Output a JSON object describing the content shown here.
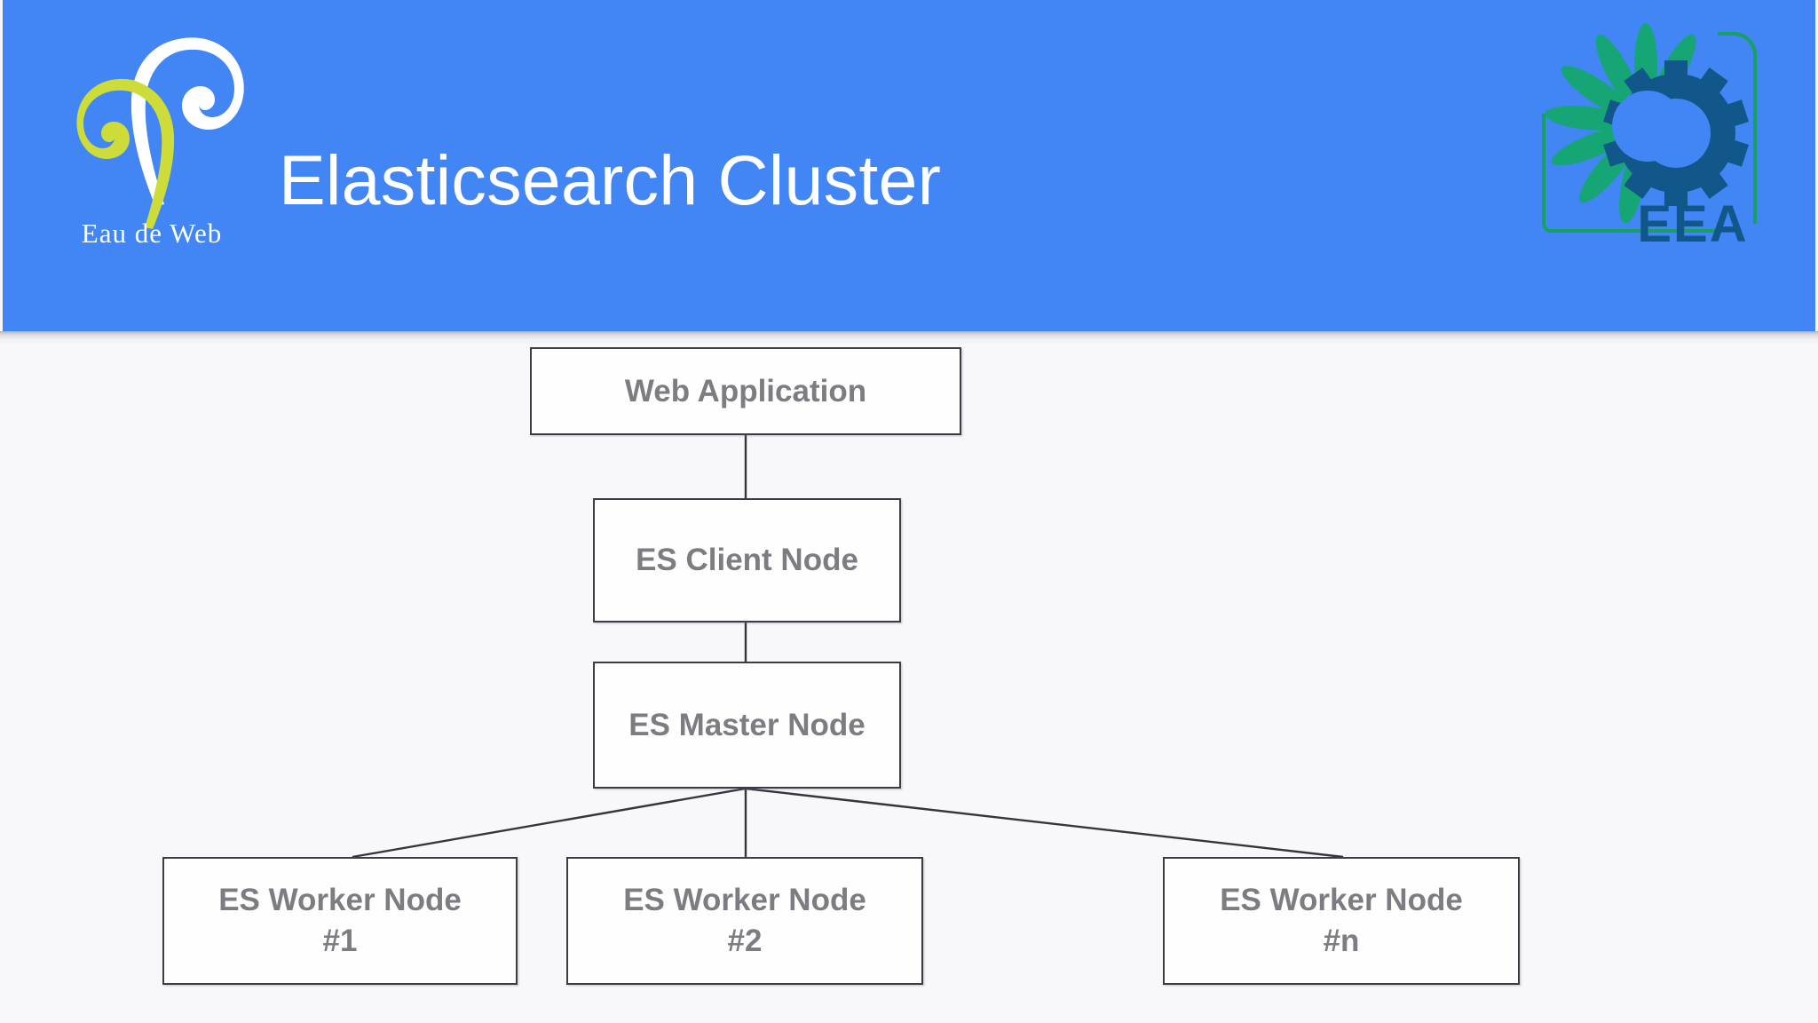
{
  "header": {
    "background_color": "#4285f4",
    "title": "Elasticsearch Cluster",
    "left_logo": {
      "name": "Eau de Web",
      "wordmark": "Eau de Web",
      "curl_left_color": "#cddc39",
      "curl_right_color": "#ffffff"
    },
    "right_logo": {
      "name": "EEA",
      "wordmark": "EEA",
      "petal_color": "#16a675",
      "gear_color": "#11578a",
      "frame_color": "#18a05f"
    }
  },
  "diagram": {
    "type": "tree",
    "background_color": "#f8f7fa",
    "box_border_color": "#3c3c44",
    "box_fill_color": "#fefefe",
    "box_text_color": "#7c7c82",
    "nodes": [
      {
        "id": "web-application",
        "label": "Web Application"
      },
      {
        "id": "es-client-node",
        "label": "ES Client Node"
      },
      {
        "id": "es-master-node",
        "label": "ES Master Node"
      },
      {
        "id": "es-worker-1",
        "label": "ES Worker Node\n#1"
      },
      {
        "id": "es-worker-2",
        "label": "ES Worker Node\n#2"
      },
      {
        "id": "es-worker-n",
        "label": "ES Worker Node\n#n"
      }
    ],
    "edges": [
      {
        "from": "web-application",
        "to": "es-client-node"
      },
      {
        "from": "es-client-node",
        "to": "es-master-node"
      },
      {
        "from": "es-master-node",
        "to": "es-worker-1"
      },
      {
        "from": "es-master-node",
        "to": "es-worker-2"
      },
      {
        "from": "es-master-node",
        "to": "es-worker-n"
      }
    ]
  }
}
